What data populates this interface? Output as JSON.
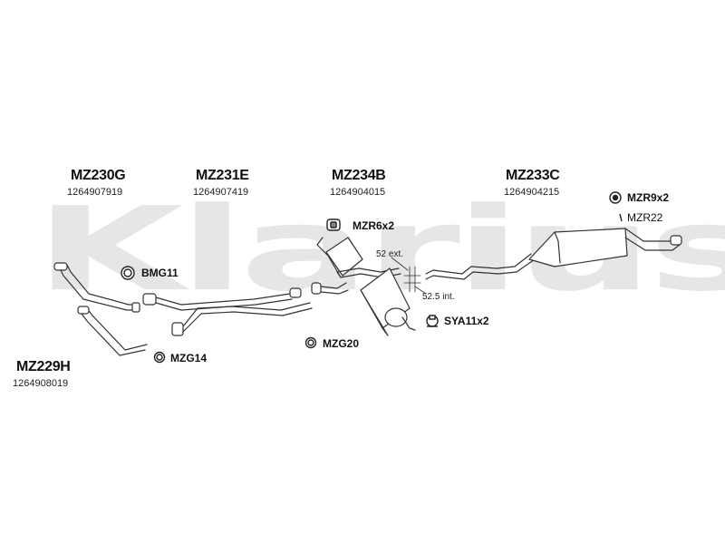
{
  "watermark": "Klarius",
  "assemblies": [
    {
      "code": "MZ230G",
      "number": "1264907919"
    },
    {
      "code": "MZ231E",
      "number": "1264907419"
    },
    {
      "code": "MZ234B",
      "number": "1264904015"
    },
    {
      "code": "MZ233C",
      "number": "1264904215"
    },
    {
      "code": "MZ229H",
      "number": "1264908019"
    }
  ],
  "fittings": {
    "mzr9": "MZR9x2",
    "mzr22": "MZR22",
    "mzr6": "MZR6x2",
    "bmg11": "BMG11",
    "mzg14": "MZG14",
    "mzg20": "MZG20",
    "sya11": "SYA11x2"
  },
  "dimensions": {
    "ext": "52 ext.",
    "int": "52.5 int."
  }
}
